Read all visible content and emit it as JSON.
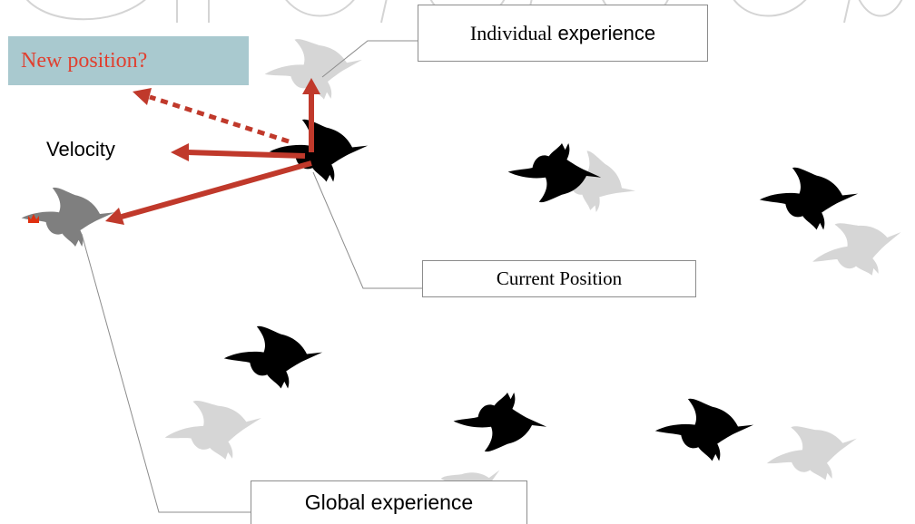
{
  "labels": {
    "individual_experience_serif": "Individual",
    "individual_experience_sans": "experience",
    "new_position": "New position?",
    "velocity": "Velocity",
    "current_position": "Current Position",
    "global_experience": "Global experience"
  },
  "colors": {
    "arrow": "#c0392b",
    "new_position_text": "#e04030",
    "new_position_bg": "#a9c9cf",
    "bird_dark": "#000000",
    "bird_ghost": "#d6d6d6",
    "bird_best": "#7f7f7f",
    "crown": "#e03010",
    "leader_line": "#8c8c8c",
    "watermark": "#cfcfcf"
  },
  "icons": [
    "bird-silhouette",
    "crown-icon"
  ]
}
